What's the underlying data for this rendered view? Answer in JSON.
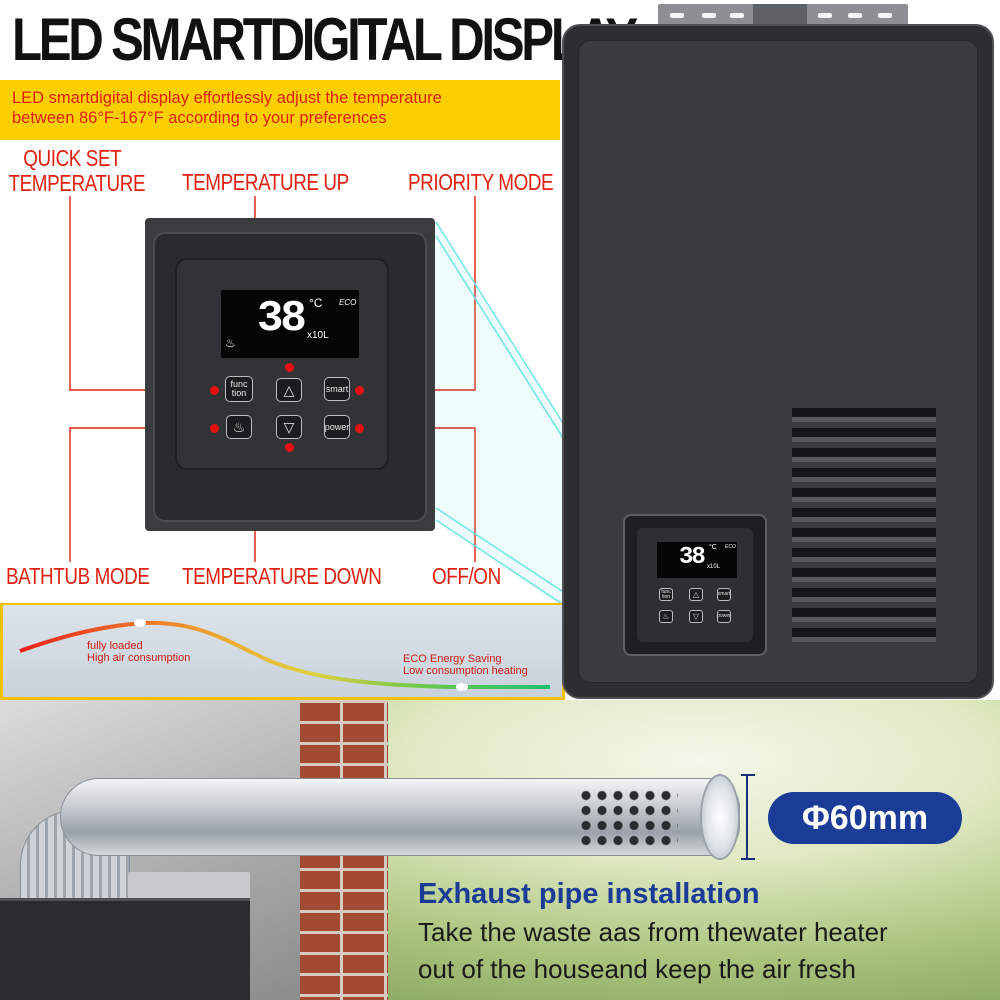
{
  "headline": "LED SMARTDIGITAL DISPLAY",
  "description": {
    "line1": "LED smartdigital display effortlessly adjust the temperature",
    "line2": "between 86°F-167°F according to your preferences"
  },
  "labels": {
    "quick_set_line1": "QUICK SET",
    "quick_set_line2": "TEMPERATURE",
    "temp_up": "TEMPERATURE UP",
    "priority": "PRIORITY MODE",
    "bathtub": "BATHTUB MODE",
    "temp_down": "TEMPERATURE DOWN",
    "off_on": "OFF/ON"
  },
  "display": {
    "temperature": "38",
    "unit": "°C",
    "eco": "ECO",
    "flow": "x10L"
  },
  "keys": {
    "function": "func tion",
    "up": "△",
    "smart": "smart",
    "bath": "♨",
    "down": "▽",
    "power": "power"
  },
  "curve": {
    "left_line1": "fully loaded",
    "left_line2": "High air consumption",
    "right_line1": "ECO Energy Saving",
    "right_line2": "Low consumption heating"
  },
  "exhaust": {
    "diameter": "Φ60mm",
    "title": "Exhaust pipe installation",
    "line1": "Take the waste aas from thewater heater",
    "line2": "out of the houseand keep the air fresh"
  },
  "colors": {
    "accent_red": "#e02010",
    "banner_yellow": "#fcd000",
    "brand_blue": "#1a3c96"
  }
}
